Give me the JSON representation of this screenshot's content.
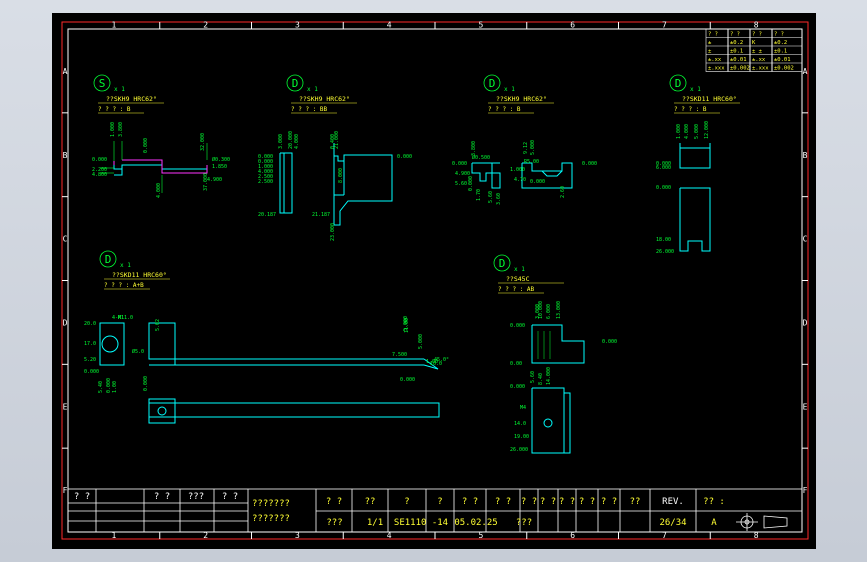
{
  "drawing": {
    "colors": {
      "background": "#000000",
      "border": "#ff2a2a",
      "lines": "#ffffff",
      "geometry": "#00ffff",
      "dimensions": "#00ff33",
      "labels": "#ffff33",
      "highlight": "#ff33ff"
    },
    "columns": [
      "1",
      "2",
      "3",
      "4",
      "5",
      "6",
      "7",
      "8"
    ],
    "rows": [
      "A",
      "B",
      "C",
      "D",
      "E",
      "F"
    ],
    "legend_table": [
      [
        "? ?",
        "? ?",
        "? ?",
        "? ?"
      ],
      [
        "±",
        "±0.2",
        "K",
        "±0.2"
      ],
      [
        "±",
        "±0.1",
        "± ±",
        "±0.1"
      ],
      [
        "±.xx",
        "±0.01",
        "±.xx",
        "±0.01"
      ],
      [
        "±.xxx",
        "±0.002",
        "±.xxx",
        "±0.002"
      ]
    ],
    "parts": [
      {
        "id": "S",
        "qty": "x 1",
        "material": "??SKH9 HRC62°",
        "note": "? ? ? : B"
      },
      {
        "id": "D",
        "qty": "x 1",
        "material": "??SKH9 HRC62°",
        "note": "? ? ? : BB"
      },
      {
        "id": "D",
        "qty": "x 1",
        "material": "??SKH9 HRC62°",
        "note": "? ? ? : B"
      },
      {
        "id": "D",
        "qty": "x 1",
        "material": "??SKD11 HRC60°",
        "note": "? ? ? : B"
      },
      {
        "id": "D",
        "qty": "x 1",
        "material": "??SKD11 HRC60°",
        "note": "? ? ? : A+B"
      },
      {
        "id": "D",
        "qty": "x 1",
        "material": "??S45C",
        "note": "? ? ? : AB"
      }
    ],
    "dims": {
      "p1": [
        "0.000",
        "1.000",
        "3.800",
        "2.200",
        "4.800",
        "0.000",
        "32.000",
        "Ø0.300",
        "1.850",
        "4.000",
        "37.000",
        "4.900"
      ],
      "p2": [
        "0.000",
        "3.000",
        "20.000",
        "0.000",
        "1.000",
        "4.000",
        "2.500",
        "2.500",
        "4.000",
        "0.400",
        "21.000",
        "8.000",
        "20.187",
        "21.187",
        "23.000",
        "0.000"
      ],
      "p3": [
        "0.000",
        "3.800",
        "5.60",
        "Ø0.500",
        "4.900",
        "9.12",
        "1.000",
        "5.000",
        "R5.00",
        "0.000",
        "0.000",
        "1.70",
        "5.60",
        "3.60",
        "2.60",
        "4.70",
        "0.000"
      ],
      "p4": [
        "0.000",
        "1.000",
        "4.000",
        "5.000",
        "12.000",
        "6.000",
        "0.000",
        "18.00",
        "26.000"
      ],
      "p5": [
        "20.0",
        "17.0",
        "5.20",
        "0.000",
        "R11.0",
        "Ø5.0",
        "0.000",
        "5.40",
        "0.000",
        "1.00",
        "7.500",
        "11.00",
        "5.000",
        "1.00",
        "0.000",
        "5.000",
        "4-M1",
        "5.02",
        "10.0",
        "45.0°"
      ],
      "p6": [
        "0.000",
        "3.000",
        "10.000",
        "6.000",
        "13.000",
        "0.000",
        "0.00",
        "5.60",
        "8.40",
        "14.000",
        "0.000",
        "M4",
        "14.0",
        "19.00",
        "26.000"
      ]
    },
    "title_block": {
      "headers": [
        "?  ?",
        "? ?",
        "???",
        "? ?"
      ],
      "company": [
        "???????",
        "???????"
      ],
      "top_cells": [
        "? ?",
        "??",
        "?",
        "?",
        "? ?",
        "? ?",
        "? ?",
        "? ?",
        "? ?",
        "? ?",
        "? ?",
        "??",
        "REV.",
        "?? :"
      ],
      "bottom_cells": [
        "???",
        "1/1",
        "SE1110 -14",
        "05.02.25",
        "???",
        "26/34",
        "A"
      ]
    }
  }
}
